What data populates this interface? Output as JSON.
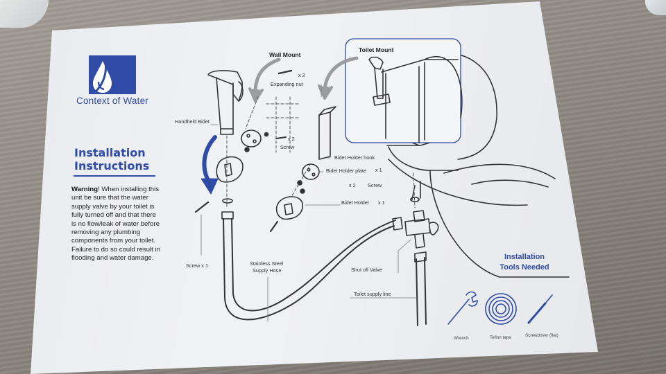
{
  "brand": {
    "name": "Context of Water",
    "primary_color": "#2f4ba6"
  },
  "heading": {
    "line1": "Installation",
    "line2": "Instructions"
  },
  "warning": {
    "label": "Warning",
    "text": "! When installing this unit be sure that the water supply valve by your toilet is fully turned off and that there is no flow/leak of water before removing any plumbing components from your toilet. Failure to do so could result in flooding and water damage."
  },
  "diagram": {
    "wall_mount": "Wall Mount",
    "toilet_mount": "Toilet Mount",
    "x2_a": "x 2",
    "expanding_nut": "Expanding nut",
    "handheld_bidet": "Handheld Bidet",
    "x2_b": "x 2",
    "screw_top": "Screw",
    "bidet_holder_hook": "Bidet Holder hook",
    "bidet_holder_plate": "Bidet Holder plate",
    "x1_a": "x 1",
    "x2_c": "x 2",
    "screw_mid": "Screw",
    "bidet_holder": "Bidet Holder",
    "x1_b": "x 1",
    "screw_x1": "Screw x 1",
    "stainless_steel": "Stainless Steel",
    "supply_hose": "Supply Hose",
    "shut_off_valve": "Shut off Valve",
    "toilet_supply_line": "Toilet supply line"
  },
  "tools": {
    "title_line1": "Installation",
    "title_line2": "Tools Needed",
    "items": [
      {
        "label": "Wrench",
        "icon": "wrench-icon"
      },
      {
        "label": "Teflon tape",
        "icon": "teflon-tape-icon"
      },
      {
        "label": "Screwdriver (flat)",
        "icon": "screwdriver-icon"
      }
    ]
  }
}
